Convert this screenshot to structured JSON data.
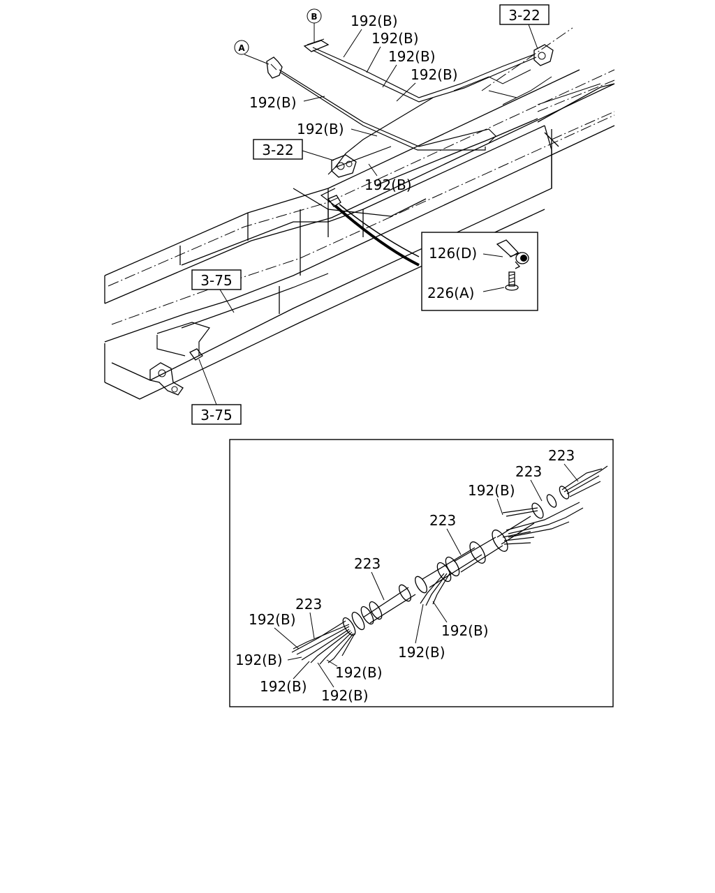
{
  "callouts": {
    "circle_a": "A",
    "circle_b": "B"
  },
  "refs": {
    "ref_3_22_top": "3-22",
    "ref_3_22_mid": "3-22",
    "ref_3_75_mid": "3-75",
    "ref_3_75_bot": "3-75"
  },
  "frame_labels": {
    "l1": "192(B)",
    "l2": "192(B)",
    "l3": "192(B)",
    "l4": "192(B)",
    "l5": "192(B)",
    "l6": "192(B)",
    "l7": "192(B)"
  },
  "detail_inset": {
    "connector": "126(D)",
    "bolt": "226(A)"
  },
  "harness_labels": {
    "h223_1": "223",
    "h223_2": "223",
    "h223_3": "223",
    "h223_4": "223",
    "h223_5": "223",
    "h192_1": "192(B)",
    "h192_2": "192(B)",
    "h192_3": "192(B)",
    "h192_4": "192(B)",
    "h192_5": "192(B)",
    "h192_6": "192(B)",
    "h192_7": "192(B)",
    "h192_8": "192(B)"
  }
}
